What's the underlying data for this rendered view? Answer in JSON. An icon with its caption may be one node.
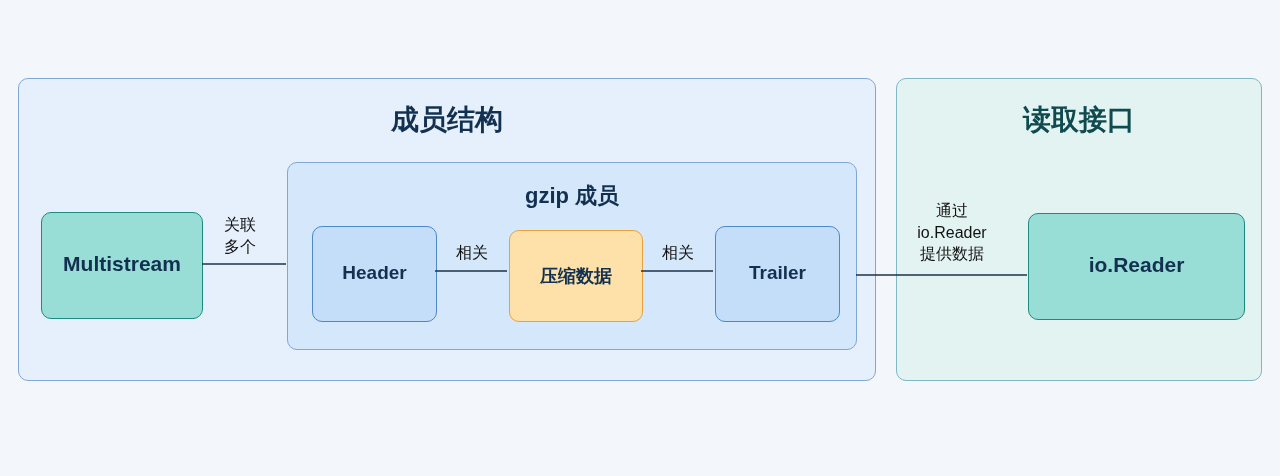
{
  "diagram": {
    "nodes": [
      {
        "text": [
          "成员结构"
        ]
      },
      {
        "text": [
          "Multistream"
        ],
        "in": 0
      },
      {
        "text": [
          "gzip 成员"
        ],
        "in": 0
      },
      {
        "text": [
          "Header"
        ],
        "in": 2
      },
      {
        "text": [
          "压缩数据"
        ],
        "in": 2
      },
      {
        "text": [
          "Trailer"
        ],
        "in": 2
      },
      {
        "text": [
          "读取接口"
        ]
      },
      {
        "text": [
          "io.Reader"
        ],
        "in": 6
      }
    ],
    "edges": [
      {
        "from": 1,
        "to": 2,
        "arrow": "none",
        "label": "关联多个"
      },
      {
        "from": 3,
        "to": 4,
        "arrow": "none",
        "label": "相关"
      },
      {
        "from": 4,
        "to": 5,
        "arrow": "none",
        "label": "相关"
      },
      {
        "from": 2,
        "to": 7,
        "arrow": "none",
        "label": "通过 io.Reader 提供数据"
      }
    ]
  }
}
